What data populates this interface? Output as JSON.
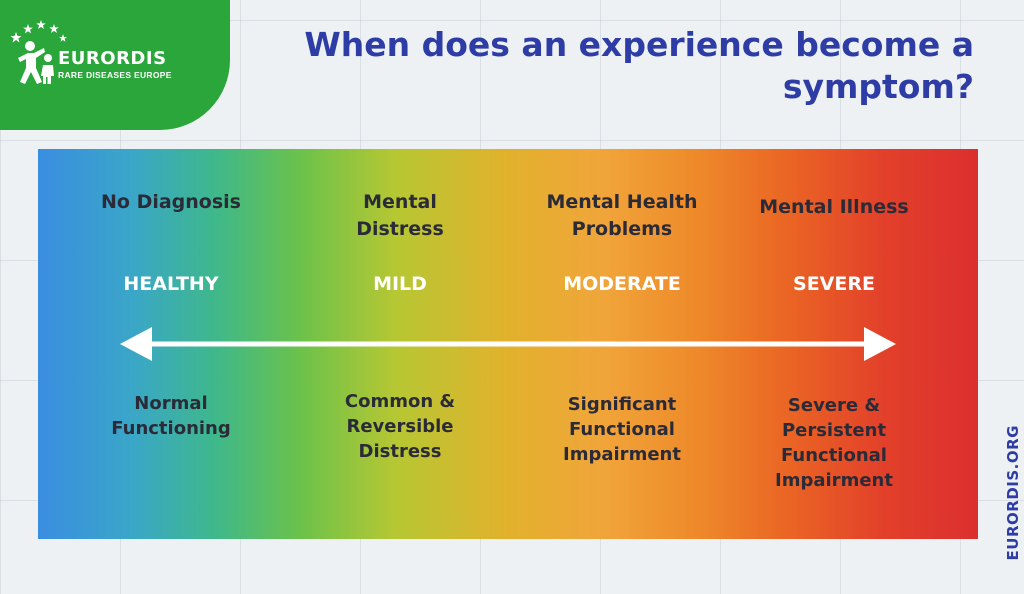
{
  "logo": {
    "name": "EURORDIS",
    "tagline": "RARE DISEASES EUROPE"
  },
  "title": "When does an experience become a symptom?",
  "columns": [
    {
      "heading": [
        "No Diagnosis"
      ],
      "level": "HEALTHY",
      "description": [
        "Normal",
        "Functioning"
      ]
    },
    {
      "heading": [
        "Mental",
        "Distress"
      ],
      "level": "MILD",
      "description": [
        "Common &",
        "Reversible",
        "Distress"
      ]
    },
    {
      "heading": [
        "Mental Health",
        "Problems"
      ],
      "level": "MODERATE",
      "description": [
        "Significant",
        "Functional",
        "Impairment"
      ]
    },
    {
      "heading": [
        "Mental Illness"
      ],
      "level": "SEVERE",
      "description": [
        "Severe &",
        "Persistent",
        "Functional",
        "Impairment"
      ]
    }
  ],
  "side_label": "EURORDIS.ORG",
  "colors": {
    "title": "#2e3ca5",
    "logo_bg": "#2aa63a",
    "dark_text": "#2b2b38",
    "level_text": "#ffffff"
  }
}
